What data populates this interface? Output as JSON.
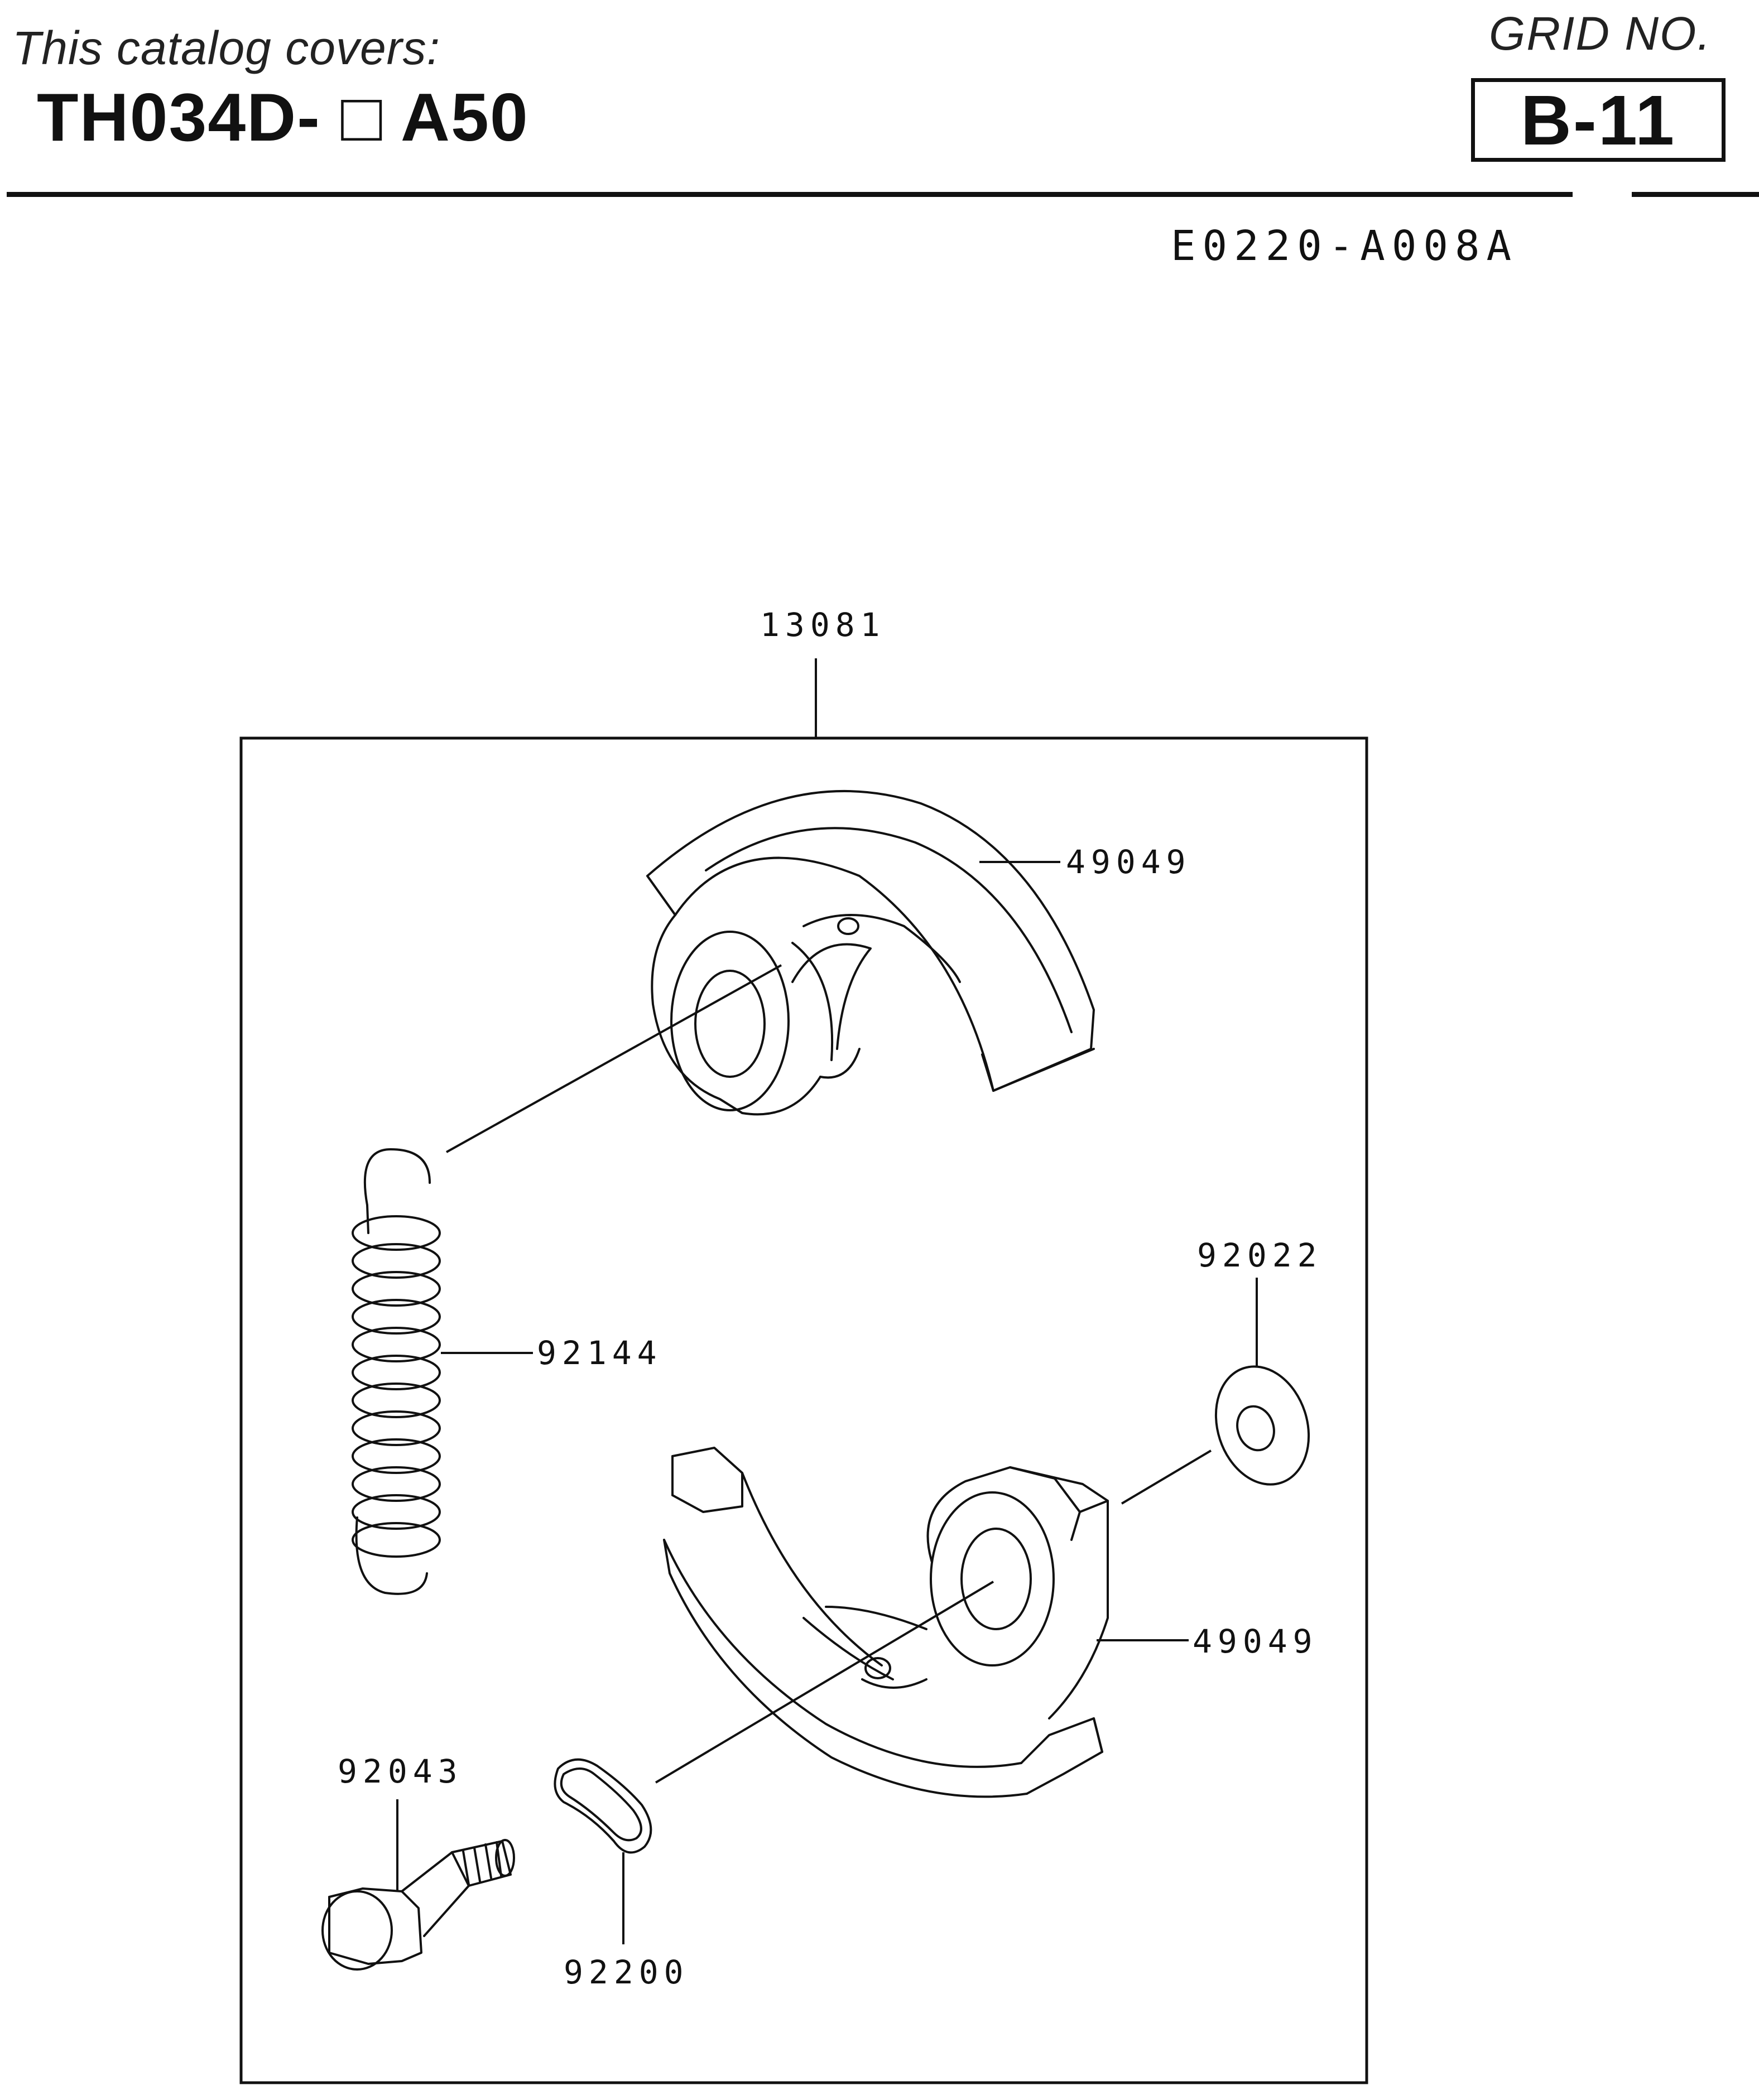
{
  "header": {
    "catalog_covers": "This catalog covers:",
    "model_code": "TH034D- □ A50",
    "grid_label": "GRID NO.",
    "grid_value": "B-11"
  },
  "drawing": {
    "code": "E0220-A008A"
  },
  "callouts": {
    "assembly": "13081",
    "upper_shoe": "49049",
    "spring": "92144",
    "washer": "92022",
    "lower_shoe": "49049",
    "bolt": "92043",
    "clip": "92200"
  }
}
